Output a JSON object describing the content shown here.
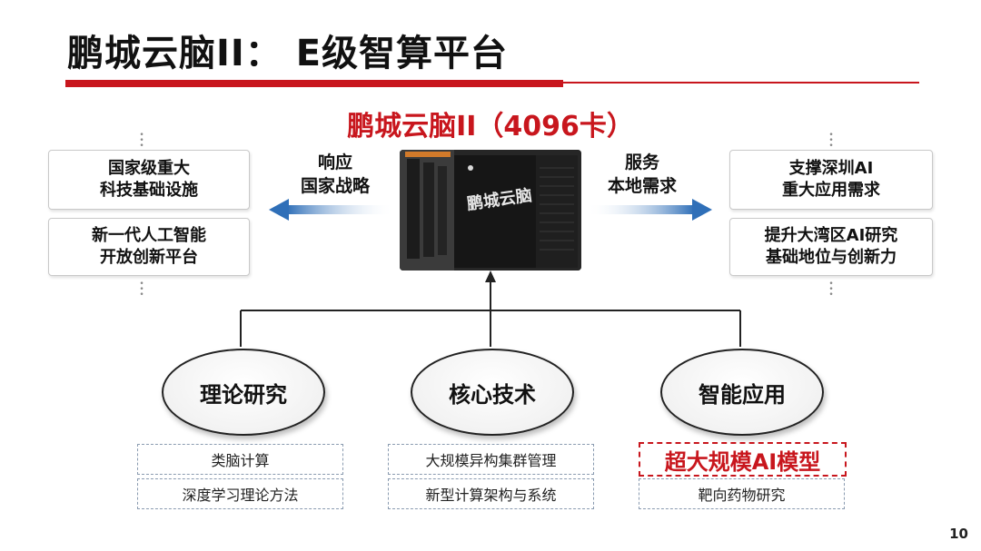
{
  "title": "鹏城云脑II： E级智算平台",
  "subtitle": "鹏城云脑II（4096卡）",
  "server_label": "鹏城云脑",
  "left": {
    "arrow_label": "响应\n国家战略",
    "boxes": [
      "国家级重大\n科技基础设施",
      "新一代人工智能\n开放创新平台"
    ]
  },
  "right": {
    "arrow_label": "服务\n本地需求",
    "boxes": [
      "支撑深圳AI\n重大应用需求",
      "提升大湾区AI研究\n基础地位与创新力"
    ]
  },
  "pillars": [
    {
      "name": "理论研究",
      "items": [
        "类脑计算",
        "深度学习理论方法"
      ]
    },
    {
      "name": "核心技术",
      "items": [
        "大规模异构集群管理",
        "新型计算架构与系统"
      ]
    },
    {
      "name": "智能应用",
      "items": [
        "超大规模AI模型",
        "靶向药物研究"
      ]
    }
  ],
  "page_number": "10",
  "colors": {
    "accent_red": "#c8161d",
    "arrow_blue": "#2f6fb8"
  }
}
